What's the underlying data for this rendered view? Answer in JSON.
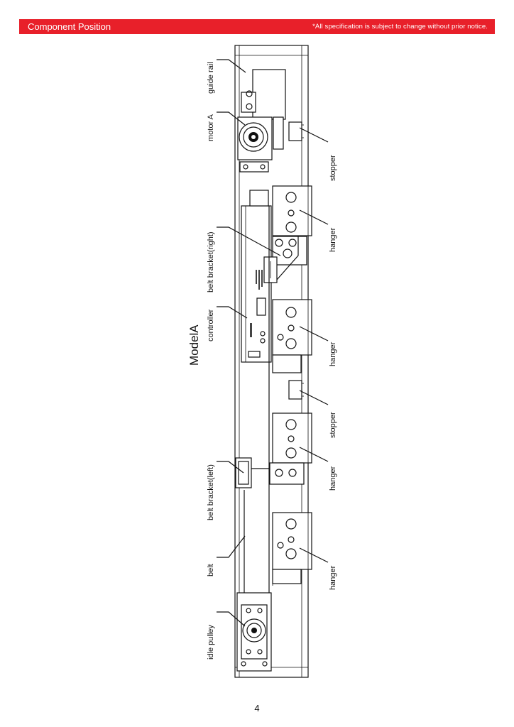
{
  "header": {
    "title": "Component Position",
    "notice": "*All specification is subject to change without prior notice.",
    "color": "#e8202a"
  },
  "diagram": {
    "model_title": "ModelA",
    "labels": {
      "guide_rail": "guide rail",
      "motor_a": "motor A",
      "belt_bracket_right": "belt bracket(right)",
      "controller": "controller",
      "belt_bracket_left": "belt bracket(left)",
      "belt": "belt",
      "idle_pulley": "idle pulley",
      "stopper_top": "stopper",
      "hanger_1": "hanger",
      "hanger_2": "hanger",
      "stopper_bottom": "stopper",
      "hanger_3": "hanger",
      "hanger_4": "hanger"
    }
  },
  "footer": {
    "page_number": "4"
  }
}
